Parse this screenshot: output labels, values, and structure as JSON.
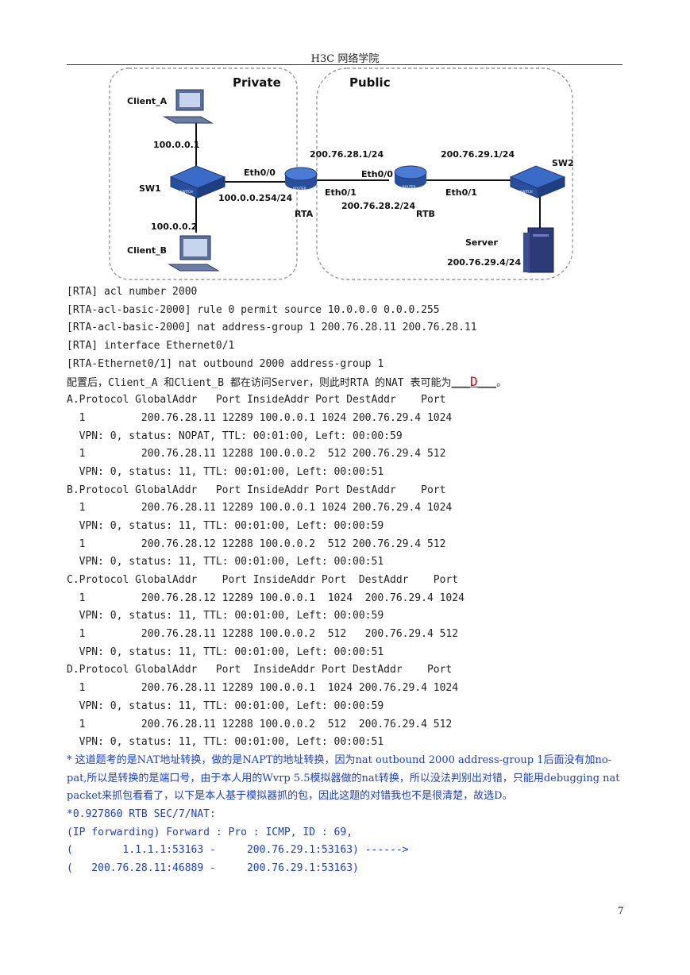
{
  "header": "H3C 网络学院",
  "page_number": "7",
  "diagram": {
    "zone_private": "Private",
    "zone_public": "Public",
    "client_a": "Client_A",
    "client_b": "Client_B",
    "ip_client_a": "100.0.0.1",
    "ip_client_b": "100.0.0.2",
    "sw1": "SW1",
    "sw2": "SW2",
    "rta": "RTA",
    "rtb": "RTB",
    "server": "Server",
    "ip_server": "200.76.29.4/24",
    "rta_eth00": "Eth0/0",
    "rta_eth01": "Eth0/1",
    "rta_ip_inside": "100.0.0.254/24",
    "rta_ip_outside": "200.76.28.1/24",
    "rtb_eth00": "Eth0/0",
    "rtb_eth01": "Eth0/1",
    "rtb_ip_inside": "200.76.28.2/24",
    "rtb_ip_outside": "200.76.29.1/24",
    "switch_tag": "SWITCH",
    "router_tag": "ROUTER"
  },
  "config": [
    "[RTA] acl number 2000",
    "[RTA-acl-basic-2000] rule 0 permit source 10.0.0.0 0.0.0.255",
    "[RTA-acl-basic-2000] nat address-group 1 200.76.28.11 200.76.28.11",
    "[RTA] interface Ethernet0/1",
    "[RTA-Ethernet0/1] nat outbound 2000 address-group 1"
  ],
  "question": {
    "text": "配置后，Client_A 和Client_B 都在访问Server，则此时RTA 的NAT 表可能为",
    "blank_left": "___",
    "answer": "D",
    "blank_right": "___",
    "tail": "。"
  },
  "options": [
    "A.Protocol GlobalAddr   Port InsideAddr Port DestAddr    Port",
    "  1         200.76.28.11 12289 100.0.0.1 1024 200.76.29.4 1024",
    "  VPN: 0, status: NOPAT, TTL: 00:01:00, Left: 00:00:59",
    "  1         200.76.28.11 12288 100.0.0.2  512 200.76.29.4 512",
    "  VPN: 0, status: 11, TTL: 00:01:00, Left: 00:00:51",
    "B.Protocol GlobalAddr   Port InsideAddr Port DestAddr    Port",
    "  1         200.76.28.11 12289 100.0.0.1 1024 200.76.29.4 1024",
    "  VPN: 0, status: 11, TTL: 00:01:00, Left: 00:00:59",
    "  1         200.76.28.12 12288 100.0.0.2  512 200.76.29.4 512",
    "  VPN: 0, status: 11, TTL: 00:01:00, Left: 00:00:51",
    "C.Protocol GlobalAddr    Port InsideAddr Port  DestAddr    Port",
    "  1         200.76.28.12 12289 100.0.0.1  1024  200.76.29.4 1024",
    "  VPN: 0, status: 11, TTL: 00:01:00, Left: 00:00:59",
    "  1         200.76.28.11 12288 100.0.0.2  512   200.76.29.4 512",
    "  VPN: 0, status: 11, TTL: 00:01:00, Left: 00:00:51",
    "D.Protocol GlobalAddr   Port  InsideAddr Port DestAddr    Port",
    "  1         200.76.28.11 12289 100.0.0.1  1024 200.76.29.4 1024",
    "  VPN: 0, status: 11, TTL: 00:01:00, Left: 00:00:59",
    "  1         200.76.28.11 12288 100.0.0.2  512  200.76.29.4 512",
    "  VPN: 0, status: 11, TTL: 00:01:00, Left: 00:00:51"
  ],
  "explanation": "* 这道题考的是NAT地址转换，做的是NAPT的地址转换，因为nat outbound 2000 address-group 1后面没有加no-pat,所以是转换的是端口号，由于本人用的Wvrp 5.5模拟器做的nat转换，所以没法判别出对错，只能用debugging nat packet来抓包看看了，以下是本人基于模拟器抓的包，因此这题的对错我也不是很清楚，故选D。",
  "debug": [
    "*0.927860 RTB SEC/7/NAT:",
    "(IP forwarding) Forward : Pro : ICMP, ID : 69,",
    "(        1.1.1.1:53163 -     200.76.29.1:53163) ------>",
    "(   200.76.28.11:46889 -     200.76.29.1:53163)"
  ],
  "colors": {
    "explanation": "#1a3ecf",
    "answer": "#dd0000"
  }
}
